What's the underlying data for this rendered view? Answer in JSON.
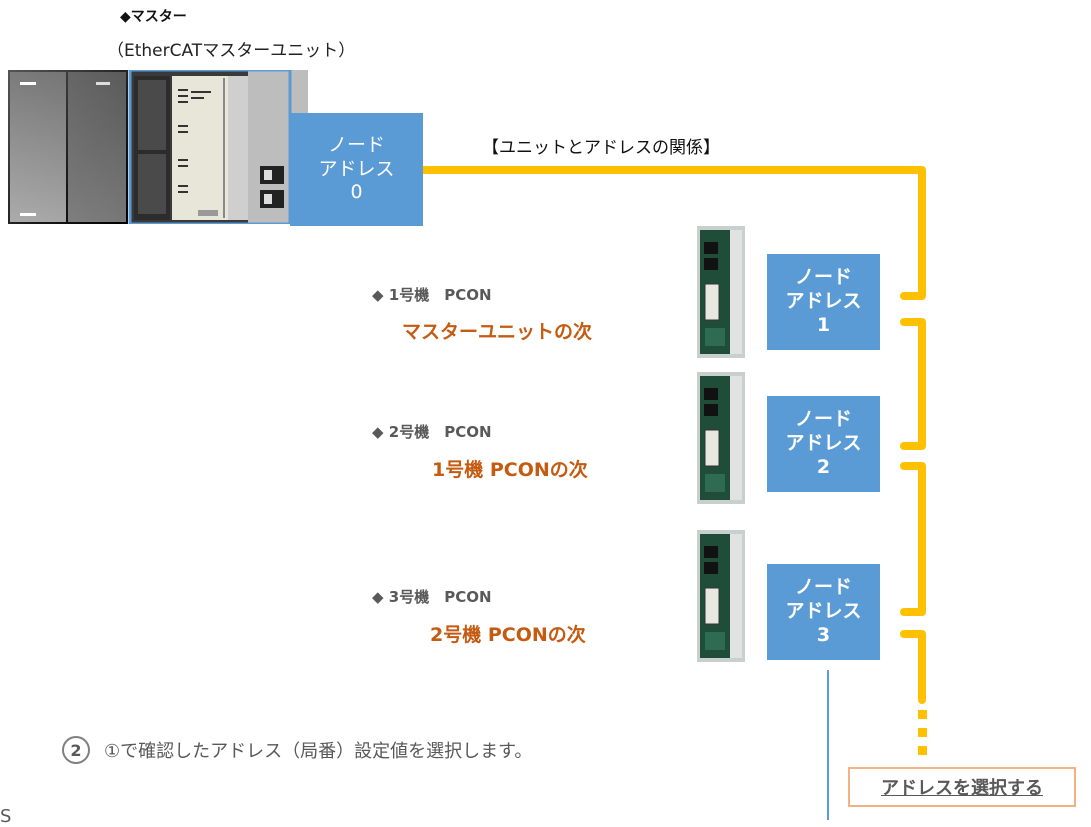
{
  "master": {
    "title": "◆マスター",
    "subtitle": "（EtherCATマスターユニット）",
    "node": [
      "ノード",
      "アドレス",
      "0"
    ]
  },
  "relation_title": "【ユニットとアドレスの関係】",
  "units": [
    {
      "label": "◆ 1号機　PCON",
      "note": "マスターユニットの次",
      "node": [
        "ノード",
        "アドレス",
        "1"
      ]
    },
    {
      "label": "◆ 2号機　PCON",
      "note": "1号機 PCONの次",
      "node": [
        "ノード",
        "アドレス",
        "2"
      ]
    },
    {
      "label": "◆ 3号機　PCON",
      "note": "2号機 PCONの次",
      "node": [
        "ノード",
        "アドレス",
        "3"
      ]
    }
  ],
  "step": {
    "number": "2",
    "text": "①で確認したアドレス（局番）設定値を選択します。"
  },
  "select_button": "アドレスを選択する",
  "edge_text": "S",
  "colors": {
    "node_box": "#5b9bd5",
    "cable": "#ffc000",
    "note": "#c55a11",
    "frame_blue": "#5b9bd5"
  }
}
